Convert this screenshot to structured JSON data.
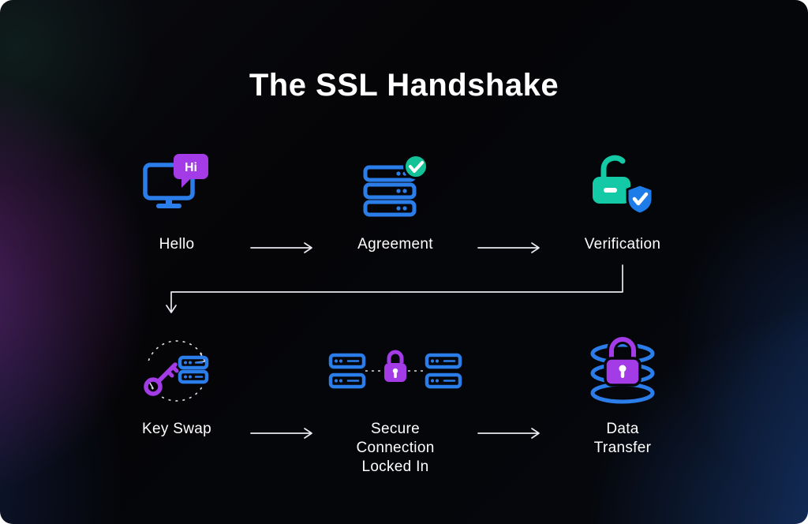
{
  "title": "The SSL Handshake",
  "colors": {
    "background": "#05060a",
    "icon_blue": "#2b7de9",
    "icon_purple": "#a33be6",
    "icon_teal": "#13c9a6",
    "check_green": "#13c296",
    "shield_blue": "#1e7ce8",
    "arrow": "#e9e9f0",
    "text": "#ffffff"
  },
  "steps": [
    {
      "id": "hello",
      "label": "Hello"
    },
    {
      "id": "agreement",
      "label": "Agreement"
    },
    {
      "id": "verification",
      "label": "Verification"
    },
    {
      "id": "key-swap",
      "label": "Key Swap"
    },
    {
      "id": "secure-connection",
      "label": "Secure\nConnection\nLocked In"
    },
    {
      "id": "data-transfer",
      "label": "Data\nTransfer"
    }
  ],
  "icon_text": {
    "chat_bubble": "Hi"
  },
  "connections": [
    {
      "from": "Hello",
      "to": "Agreement"
    },
    {
      "from": "Agreement",
      "to": "Verification"
    },
    {
      "from": "Verification",
      "to": "Key Swap"
    },
    {
      "from": "Key Swap",
      "to": "Secure Connection Locked In"
    },
    {
      "from": "Secure Connection Locked In",
      "to": "Data Transfer"
    }
  ]
}
